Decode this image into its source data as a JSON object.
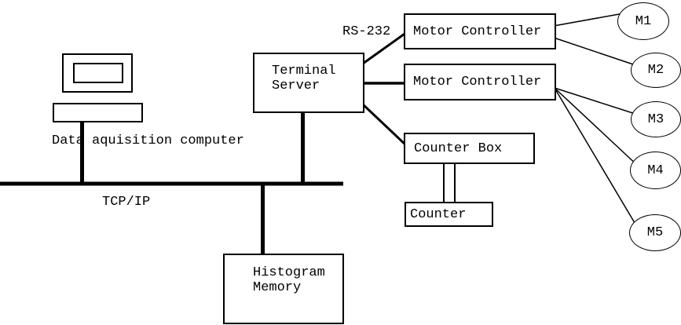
{
  "colors": {
    "stroke": "#000000",
    "background": "#ffffff"
  },
  "diagram": {
    "computer": {
      "label": "Data aquisition computer"
    },
    "network": {
      "label": "TCP/IP"
    },
    "serial": {
      "label": "RS-232"
    },
    "terminal_server": {
      "line1": "Terminal",
      "line2": "Server"
    },
    "motor_controller_1": {
      "label": "Motor Controller"
    },
    "motor_controller_2": {
      "label": "Motor Controller"
    },
    "counter_box": {
      "label": "Counter Box"
    },
    "counter": {
      "label": "Counter"
    },
    "histogram_memory": {
      "line1": "Histogram",
      "line2": "Memory"
    },
    "motors": [
      {
        "label": "M1"
      },
      {
        "label": "M2"
      },
      {
        "label": "M3"
      },
      {
        "label": "M4"
      },
      {
        "label": "M5"
      }
    ]
  }
}
